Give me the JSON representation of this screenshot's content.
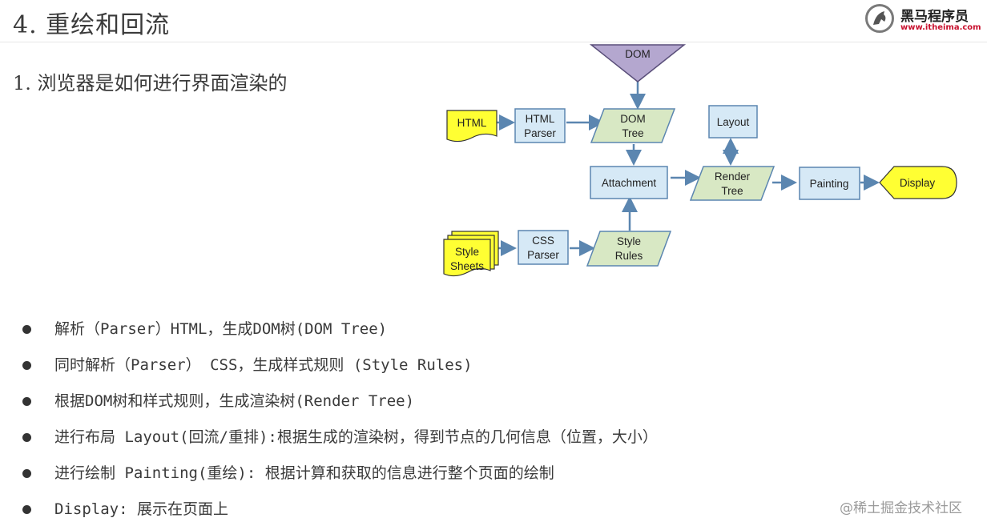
{
  "slide": {
    "title": "4. 重绘和回流",
    "subtitle": "1. 浏览器是如何进行界面渲染的"
  },
  "logo": {
    "name": "黑马程序员",
    "url": "www.itheima.com"
  },
  "diagram": {
    "nodes": {
      "dom": "DOM",
      "html": "HTML",
      "html_parser": [
        "HTML",
        "Parser"
      ],
      "dom_tree": [
        "DOM",
        "Tree"
      ],
      "layout": "Layout",
      "attachment": "Attachment",
      "render_tree": [
        "Render",
        "Tree"
      ],
      "painting": "Painting",
      "display": "Display",
      "style_sheets": [
        "Style",
        "Sheets"
      ],
      "css_parser": [
        "CSS",
        "Parser"
      ],
      "style_rules": [
        "Style",
        "Rules"
      ]
    },
    "colors": {
      "box_fill": "#d6e9f6",
      "box_stroke": "#5b86b0",
      "parallelogram_fill": "#d8e8c4",
      "yellow": "#ffff33",
      "dom_fill": "#b4a7cf",
      "arrow": "#5b86b0"
    }
  },
  "bullets": [
    "解析（Parser）HTML，生成DOM树(DOM Tree)",
    "同时解析（Parser） CSS，生成样式规则 (Style Rules)",
    "根据DOM树和样式规则，生成渲染树(Render Tree)",
    "进行布局 Layout(回流/重排):根据生成的渲染树，得到节点的几何信息（位置，大小）",
    "进行绘制 Painting(重绘): 根据计算和获取的信息进行整个页面的绘制",
    "Display: 展示在页面上"
  ],
  "watermark": "@稀土掘金技术社区"
}
